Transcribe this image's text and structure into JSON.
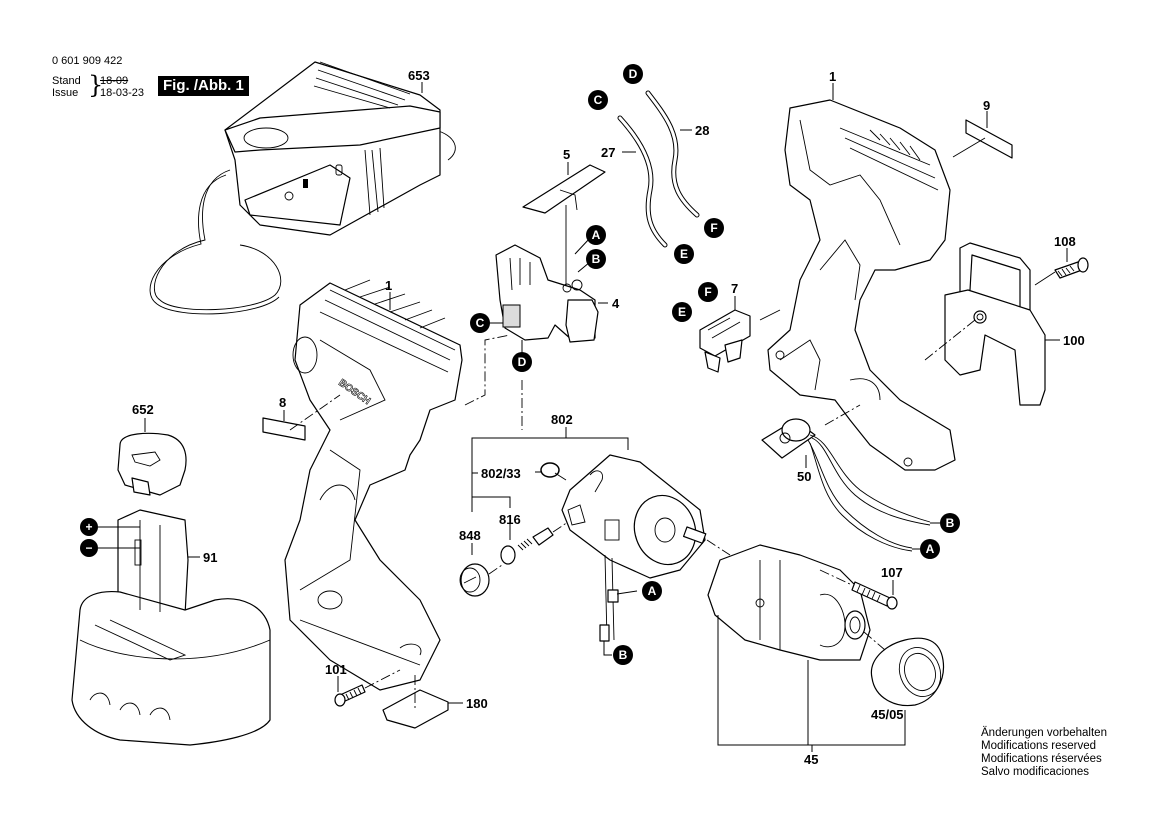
{
  "header": {
    "part_number": "0 601 909 422",
    "stand_label": "Stand",
    "issue_label": "Issue",
    "stand_date_struck": "18-09",
    "issue_date": "18-03-23",
    "figure_label": "Fig. /Abb. 1"
  },
  "notice": [
    "Änderungen vorbehalten",
    "Modifications reserved",
    "Modifications réservées",
    "Salvo modificaciones"
  ],
  "brand_on_housing": "BOSCH",
  "part_labels": {
    "charger": "653",
    "housing_left": "1",
    "housing_right": "1",
    "switch_cover": "5",
    "switch": "4",
    "wire_27": "27",
    "wire_28": "28",
    "nameplate_9": "9",
    "screw_108": "108",
    "belt_clip": "100",
    "connector": "7",
    "label_8": "8",
    "battery_cap": "652",
    "battery": "91",
    "motor_assembly": "802",
    "motor_ring": "802/33",
    "brush_holder": "816",
    "brush_cap": "848",
    "led_module": "50",
    "screw_107": "107",
    "screw_101": "101",
    "label_180": "180",
    "gear_assembly": "45",
    "nose_cap": "45/05"
  },
  "connectors": {
    "A": "A",
    "B": "B",
    "C": "C",
    "D": "D",
    "E": "E",
    "F": "F",
    "plus": "+",
    "minus": "−"
  }
}
